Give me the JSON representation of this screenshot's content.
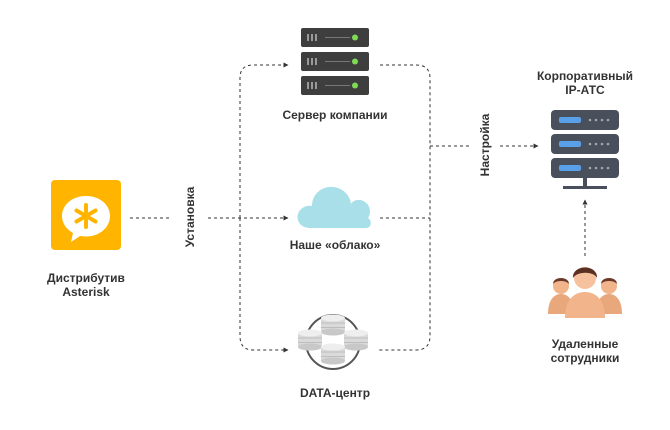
{
  "nodes": {
    "asterisk": {
      "line1": "Дистрибутив",
      "line2": "Asterisk"
    },
    "company_server": {
      "label": "Сервер компании"
    },
    "cloud": {
      "label": "Наше «облако»"
    },
    "datacenter": {
      "label": "DATA-центр"
    },
    "pbx": {
      "line1": "Корпоративный",
      "line2": "IP-АТС"
    },
    "remote": {
      "line1": "Удаленные",
      "line2": "сотрудники"
    }
  },
  "edges": {
    "install": {
      "label": "Установка"
    },
    "setup": {
      "label": "Настройка"
    }
  },
  "colors": {
    "asterisk_bg": "#FFB400",
    "server_dark": "#3E3E3E",
    "server_led": "#7ED957",
    "cloud": "#A8DFE8",
    "db": "#DADADA",
    "pbx_body": "#4A4F5C",
    "pbx_led": "#5AA0E8",
    "people": "#F2B48A",
    "line": "#333333"
  }
}
